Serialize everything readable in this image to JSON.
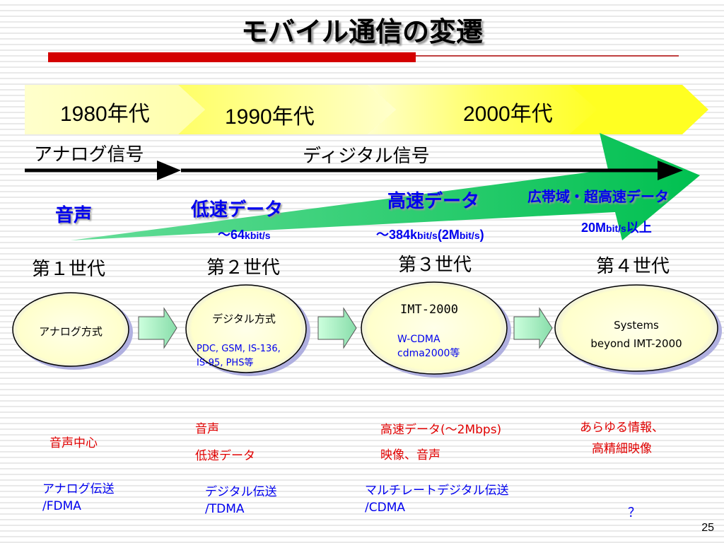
{
  "title": "モバイル通信の変遷",
  "eras": [
    "1980年代",
    "1990年代",
    "2000年代"
  ],
  "signals": {
    "analog": "アナログ信号",
    "digital": "ディジタル信号"
  },
  "services": {
    "voice": "音声",
    "low_speed": "低速データ",
    "low_speed_rate_prefix": "～64",
    "low_speed_rate_unit": "kbit/s",
    "high_speed": "高速データ",
    "high_speed_rate_a": "～384k",
    "high_speed_rate_unit_a": "bit/s",
    "high_speed_rate_b": "(2M",
    "high_speed_rate_unit_b": "bit/s",
    "high_speed_rate_close": ")",
    "broadband": "広帯域・超高速データ",
    "broadband_rate_a": "20M",
    "broadband_rate_unit": "bit/s",
    "broadband_rate_b": "以上"
  },
  "generations": [
    "第１世代",
    "第２世代",
    "第３世代",
    "第４世代"
  ],
  "nodes": {
    "gen1": {
      "label": "アナログ方式"
    },
    "gen2": {
      "label": "デジタル方式",
      "sub1": "PDC, GSM, IS-136,",
      "sub2": "IS-95, PHS等"
    },
    "gen3": {
      "label": "IMT-2000",
      "sub1": "W-CDMA",
      "sub2": "cdma2000等"
    },
    "gen4": {
      "label1": "Systems",
      "label2": "beyond IMT-2000"
    }
  },
  "features": {
    "gen1": [
      "音声中心"
    ],
    "gen2": [
      "音声",
      "低速データ"
    ],
    "gen3": [
      "高速データ(～2Mbps)",
      "映像、音声"
    ],
    "gen4": [
      "あらゆる情報、",
      "高精細映像"
    ]
  },
  "transmission": {
    "gen1": [
      "アナログ伝送",
      "/FDMA"
    ],
    "gen2": [
      "デジタル伝送",
      "/TDMA"
    ],
    "gen3": [
      "マルチレートデジタル伝送",
      "/CDMA"
    ],
    "gen4": [
      "？"
    ]
  },
  "page_number": "25",
  "colors": {
    "title_rule": "#d40000",
    "green_arrow": "#00cc55",
    "band_yellow": "#ffff33",
    "band_light": "#ffffcc",
    "blue_text": "#0000ee",
    "red_text": "#e00000"
  }
}
